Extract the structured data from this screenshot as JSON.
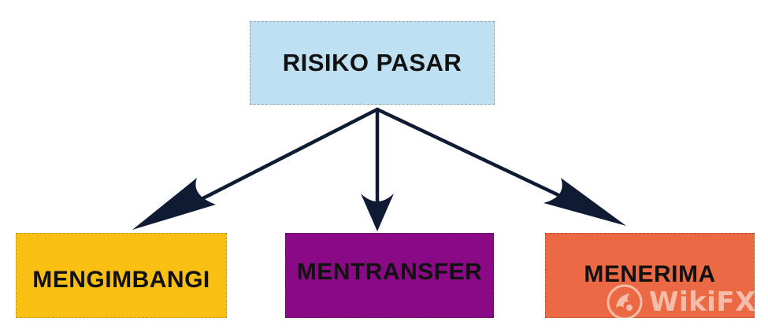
{
  "diagram": {
    "root": {
      "label": "RISIKO PASAR",
      "color": "#bfdff2"
    },
    "children": [
      {
        "label": "MENGIMBANGI",
        "color": "#f9c013"
      },
      {
        "label": "MENTRANSFER",
        "color": "#8a0a86"
      },
      {
        "label": "MENERIMA",
        "color": "#ec6a43"
      }
    ],
    "arrow_color": "#0f1b33"
  },
  "watermark": {
    "text": "WikiFX",
    "logo_icon": "wikifx-logo-icon"
  }
}
